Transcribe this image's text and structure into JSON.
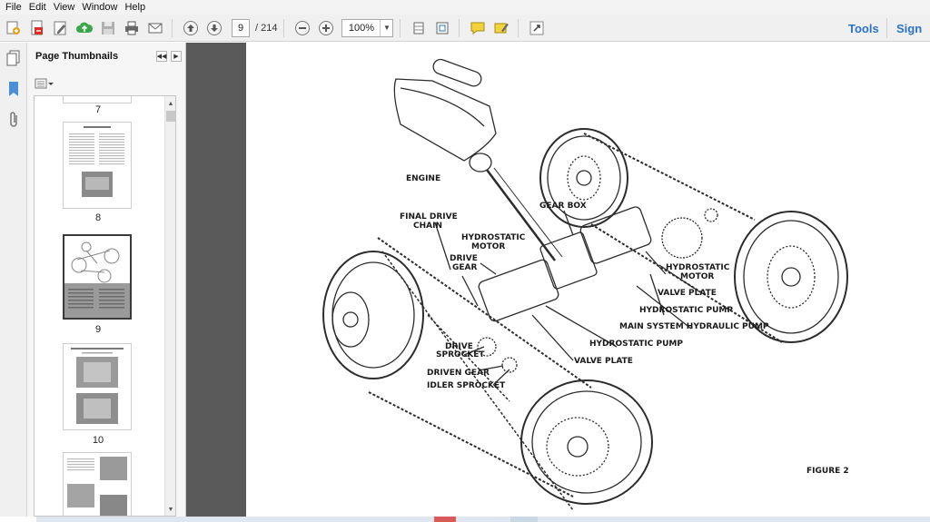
{
  "menu": [
    "File",
    "Edit",
    "View",
    "Window",
    "Help"
  ],
  "toolbar": {
    "current_page": "9",
    "total_pages": "/ 214",
    "zoom": "100%",
    "tools_label": "Tools",
    "sign_label": "Sign"
  },
  "panel": {
    "title": "Page Thumbnails"
  },
  "thumbnails": [
    {
      "label": "7"
    },
    {
      "label": "8"
    },
    {
      "label": "9"
    },
    {
      "label": "10"
    }
  ],
  "figure": {
    "labels": {
      "engine": "ENGINE",
      "gear_box": "GEAR BOX",
      "final_drive_1": "FINAL DRIVE",
      "final_drive_2": "CHAIN",
      "hydro_motor_l1": "HYDROSTATIC",
      "hydro_motor_l2": "MOTOR",
      "drive_gear_1": "DRIVE",
      "drive_gear_2": "GEAR",
      "hydro_motor_r1": "HYDROSTATIC",
      "hydro_motor_r2": "MOTOR",
      "valve_plate_r": "VALVE PLATE",
      "hydro_pump_r": "HYDROSTATIC PUMP",
      "main_pump": "MAIN SYSTEM HYDRAULIC PUMP",
      "hydro_pump_l": "HYDROSTATIC PUMP",
      "valve_plate_l": "VALVE PLATE",
      "drive_sprocket_1": "DRIVE",
      "drive_sprocket_2": "SPROCKET",
      "driven_gear": "DRIVEN GEAR",
      "idler_sprocket": "IDLER SPROCKET",
      "figure_caption": "FIGURE 2"
    }
  },
  "colors": {
    "accent": "#2a73c9",
    "gutter": "#5a5a5a",
    "toolbar_bg": "#f0f0f0"
  }
}
